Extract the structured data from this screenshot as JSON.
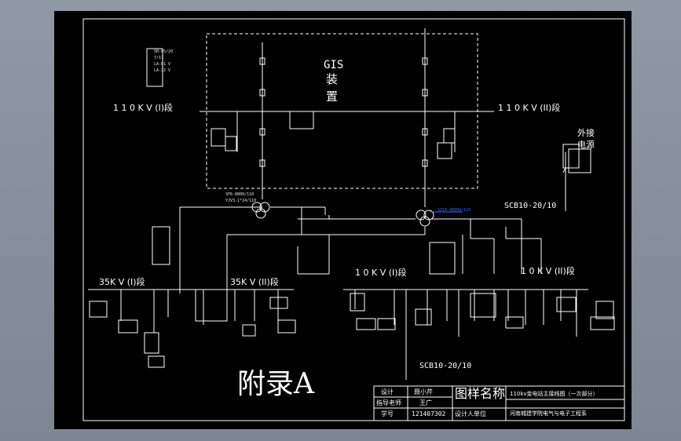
{
  "colors": {
    "background": "#000000",
    "line": "#ffffff",
    "accent": "#3a6cff",
    "frame": "#8c96a2"
  },
  "gis_label": {
    "line1": "GIS",
    "line2": "装",
    "line3": "置"
  },
  "bus_110kv_i": "1 1 0 K V (I)段",
  "bus_110kv_ii": "1 1 0 K V (II)段",
  "external_power": {
    "line1": "外接",
    "line2": "电源"
  },
  "scb_top": "SCB10-20/10",
  "scb_bottom": "SCB10-20/10",
  "bus_35kv_i": "35K V (I)段",
  "bus_35kv_ii": "35K V (II)段",
  "bus_10kv_i": "1 0 K V (I)段",
  "bus_10kv_ii": "1 0 K V (II)段",
  "appendix": "附录A",
  "title_block": {
    "design_label": "设计",
    "design_name": "聂小芹",
    "advisor_label": "指导老师",
    "advisor_name": "王广",
    "id_label": "学号",
    "id_value": "121407302",
    "drawing_name_label": "图样名称",
    "drawing_name": "110kv变电站主接线图（一次部分）",
    "unit_label": "设计人单位",
    "unit_name": "河南城建学院电气与电子工程系"
  },
  "small_labels": [
    "SH-05/20",
    "7/17",
    "LA-01 V",
    "LA-32 V",
    "SF6-8000/110",
    "YJV3-1*24/110"
  ],
  "blue_label": "SZ10-40000/110"
}
